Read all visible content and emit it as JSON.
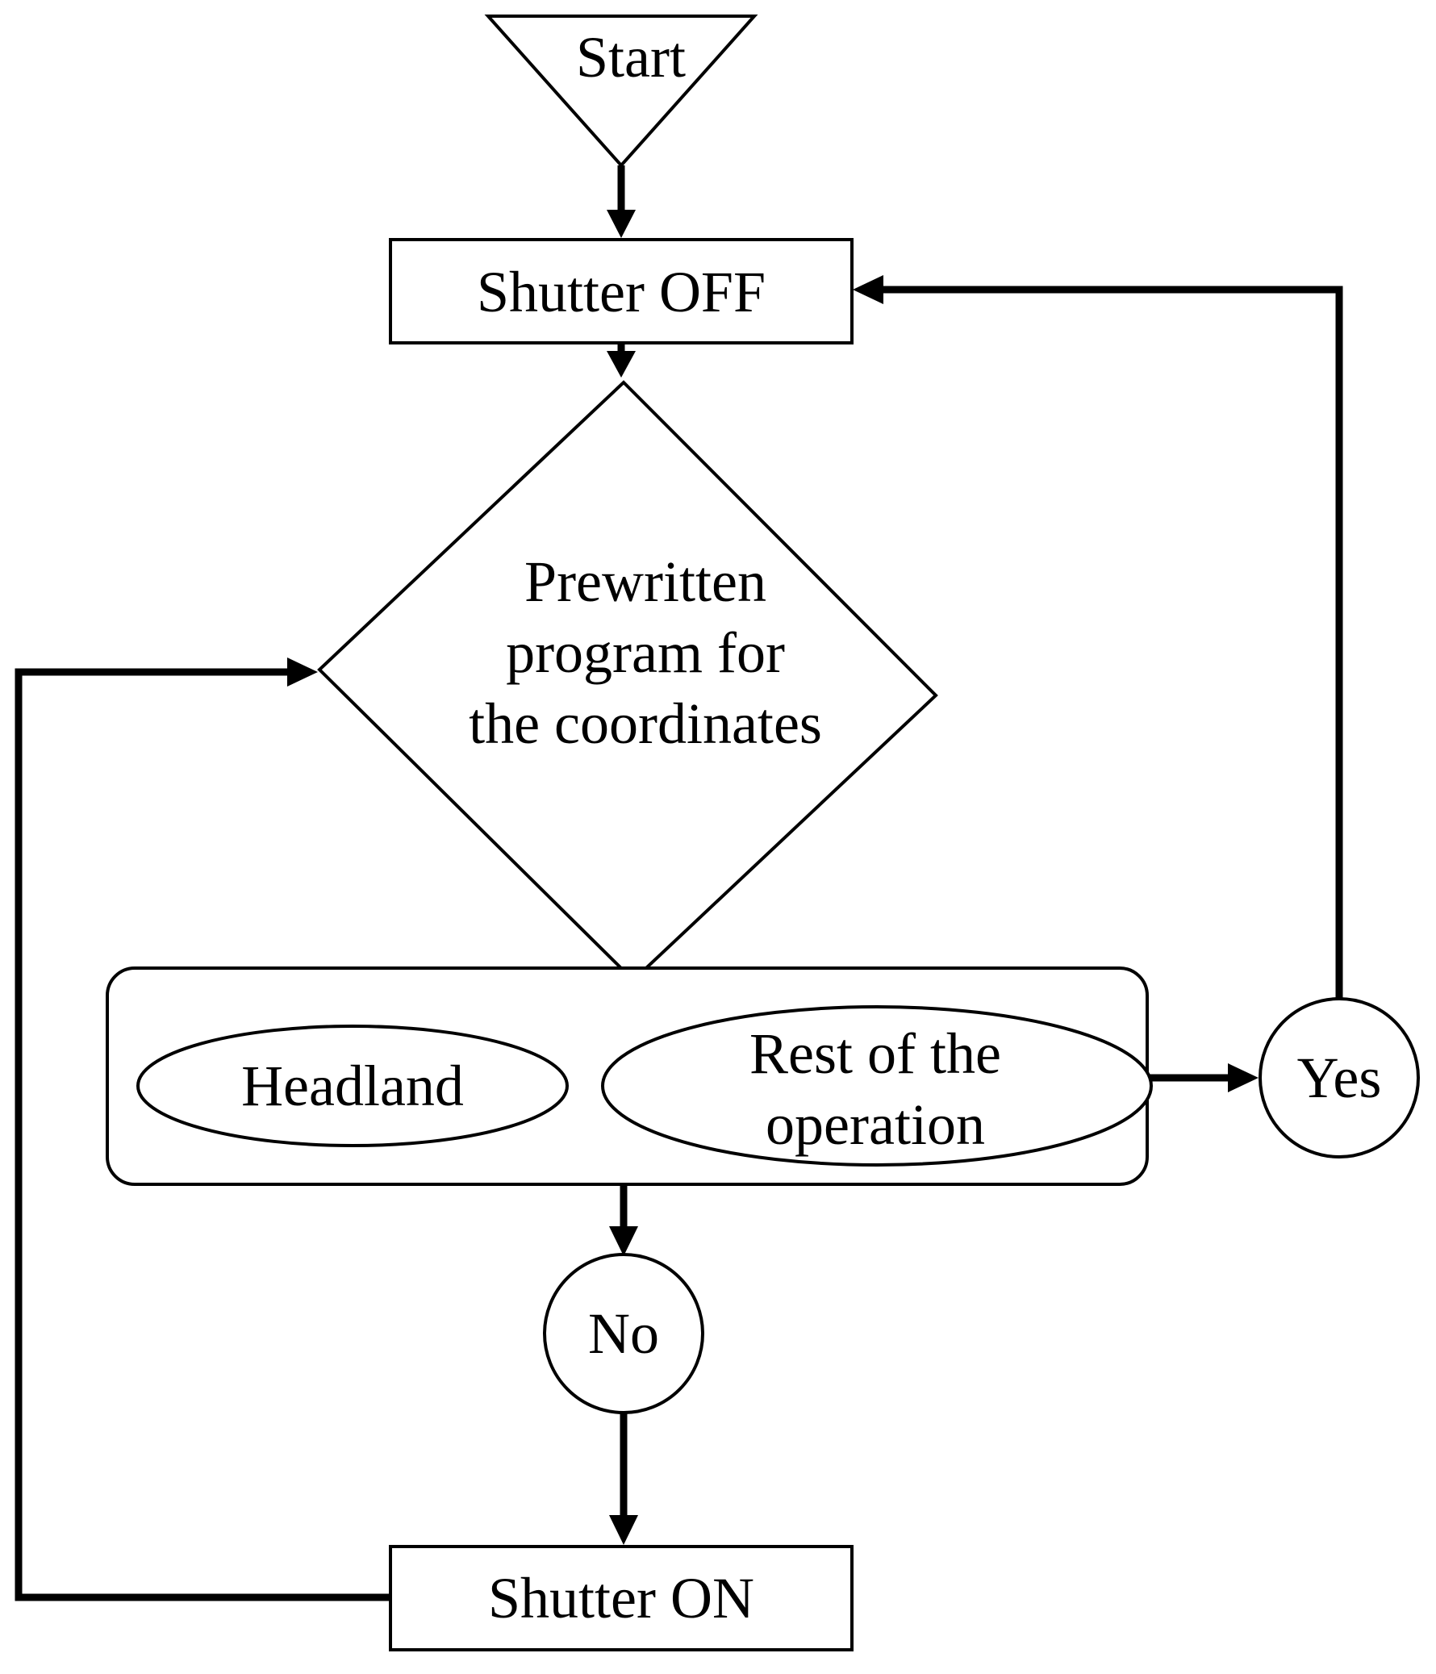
{
  "nodes": {
    "start": "Start",
    "shutter_off": "Shutter OFF",
    "decision": [
      "Prewritten",
      "program for",
      "the coordinates"
    ],
    "headland": "Headland",
    "rest": [
      "Rest of the",
      "operation"
    ],
    "yes": "Yes",
    "no": "No",
    "shutter_on": "Shutter ON"
  }
}
